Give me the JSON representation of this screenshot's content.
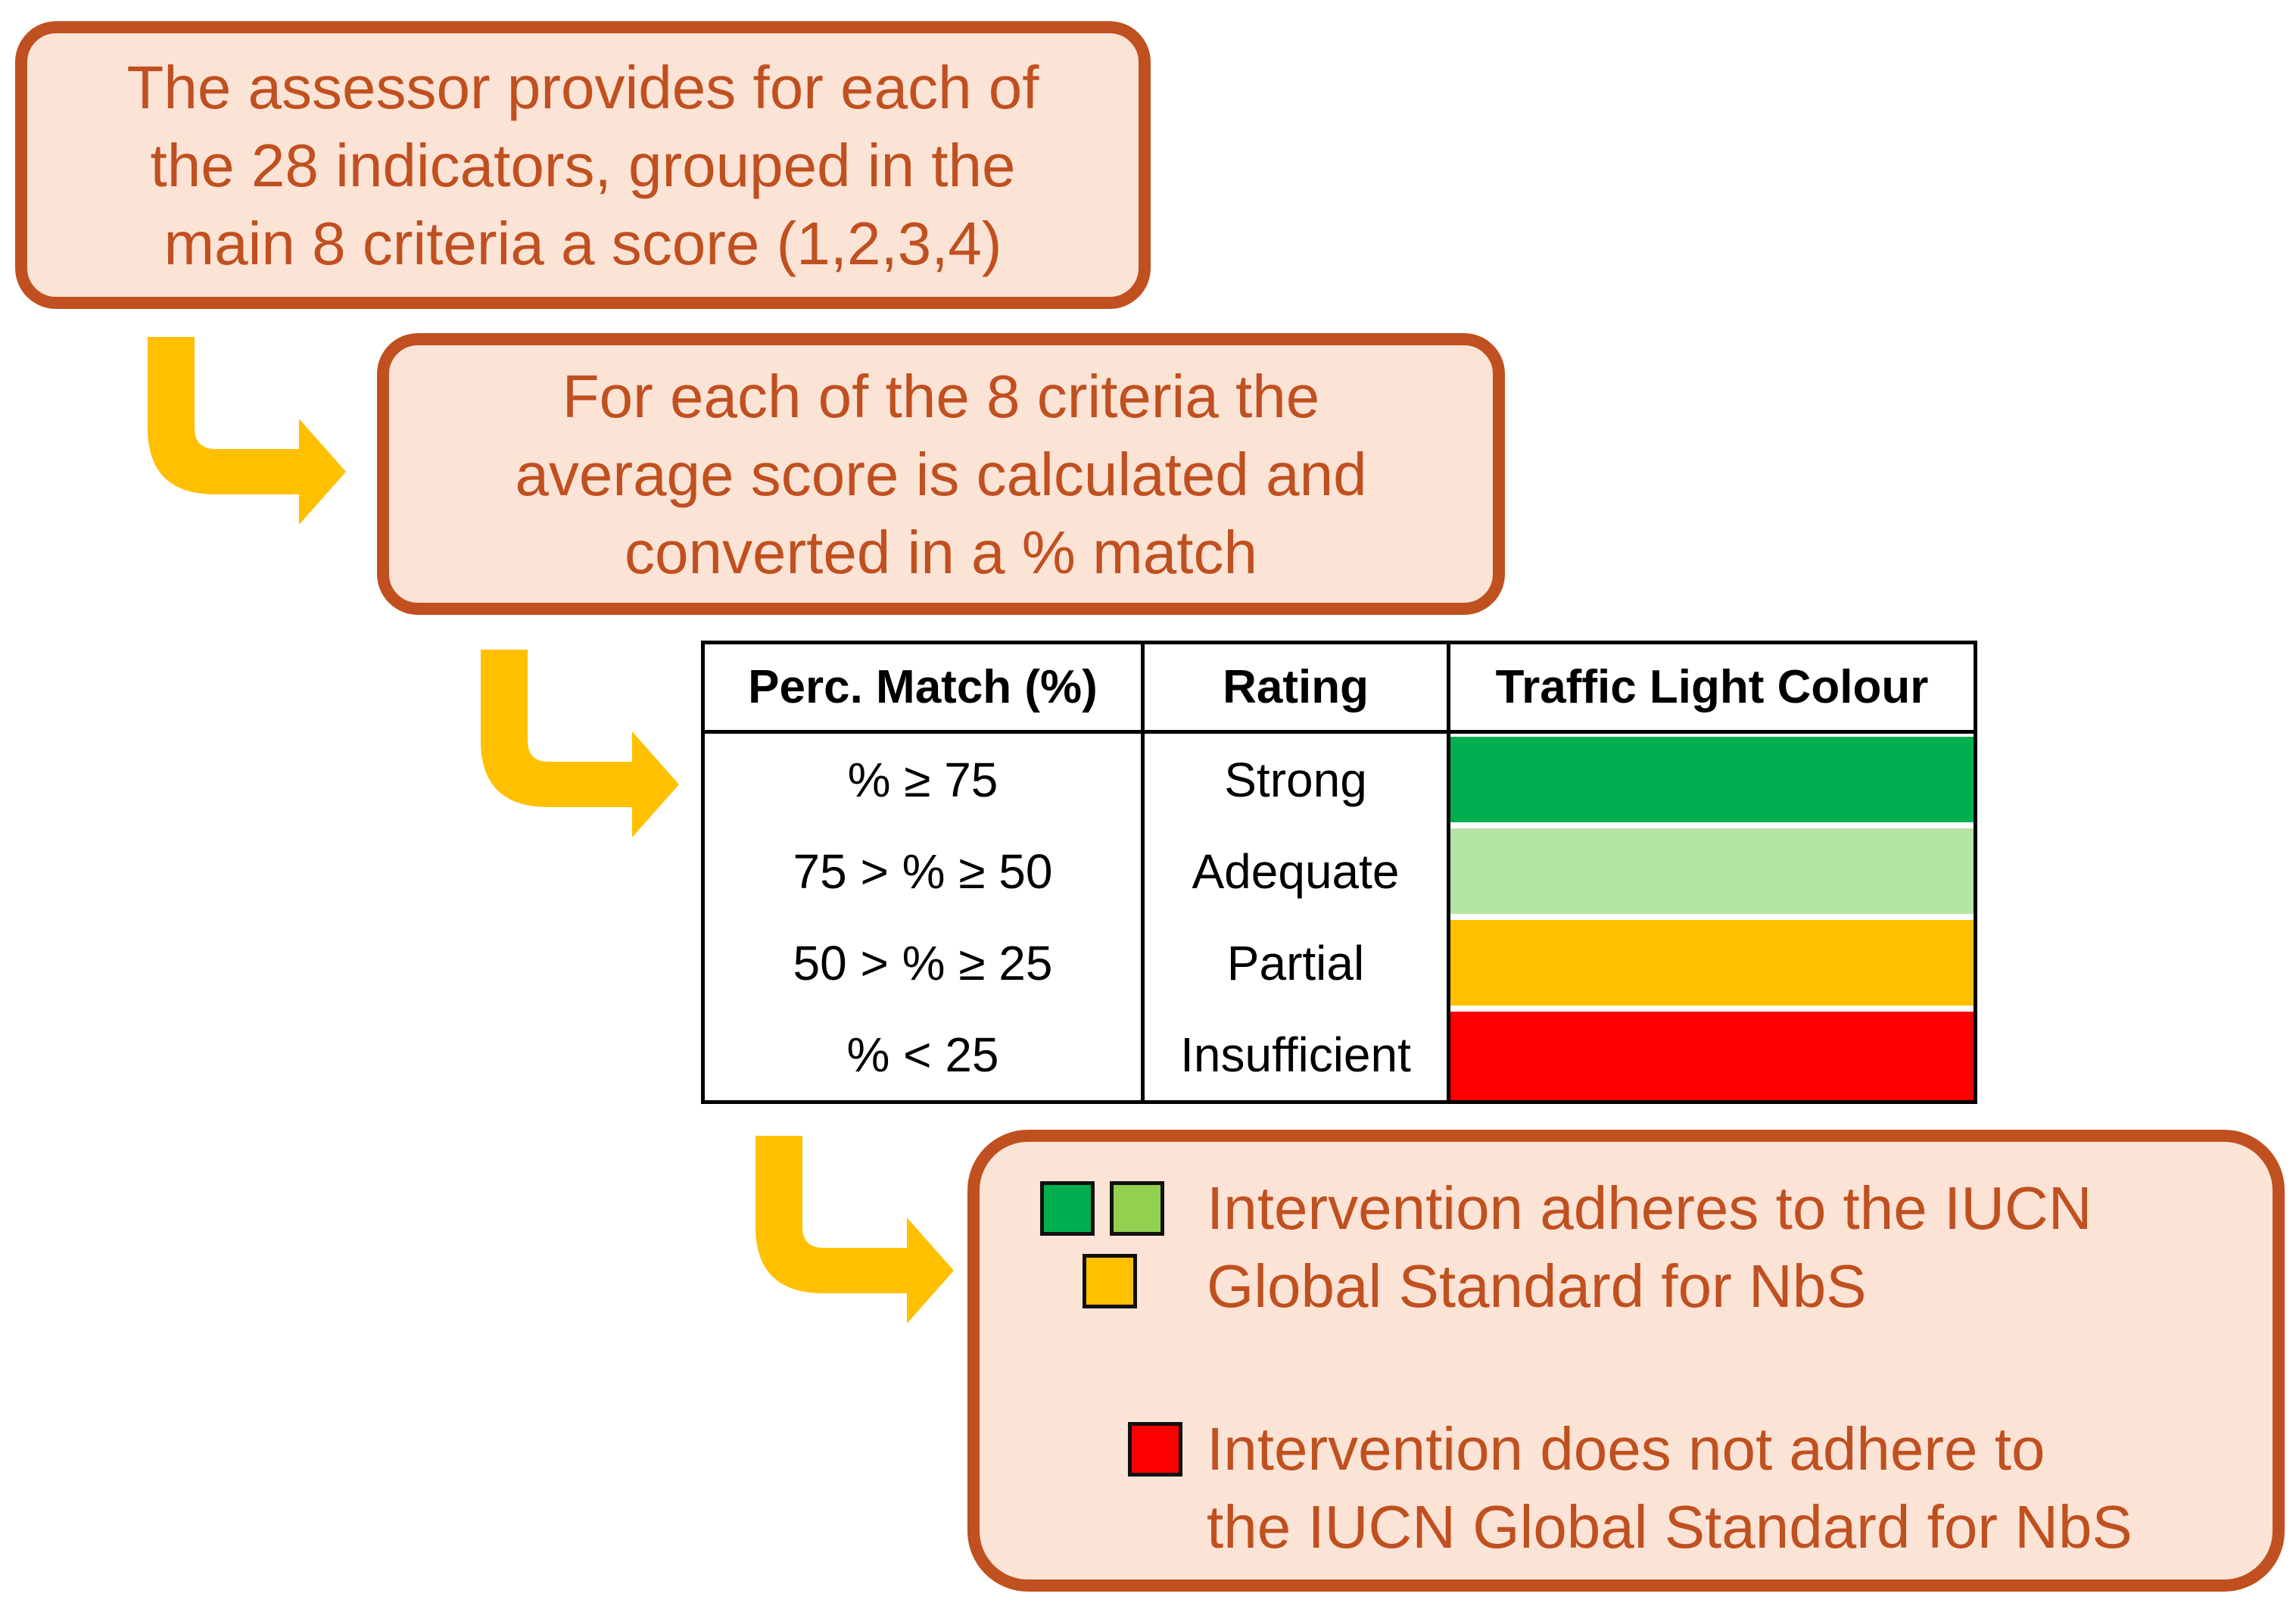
{
  "colors": {
    "box_fill": "#fbe3d6",
    "box_border": "#c0501f",
    "arrow": "#ffc000",
    "strong": "#00b050",
    "adequate": "#b5e5a4",
    "partial": "#ffc000",
    "insufficient": "#ff0000",
    "legend_light_green": "#92d050"
  },
  "steps": [
    {
      "lines": [
        "The assessor provides for each of",
        "the 28 indicators, grouped in the",
        "main 8 criteria a score (1,2,3,4)"
      ]
    },
    {
      "lines": [
        "For each of the 8 criteria the",
        "average score is calculated and",
        "converted in a % match"
      ]
    }
  ],
  "table": {
    "headers": [
      "Perc. Match (%)",
      "Rating",
      "Traffic Light Colour"
    ],
    "rows": [
      {
        "range": "% ≥ 75",
        "rating": "Strong",
        "color": "#00b050"
      },
      {
        "range": "75 > % ≥ 50",
        "rating": "Adequate",
        "color": "#b5e5a4"
      },
      {
        "range": "50 > % ≥ 25",
        "rating": "Partial",
        "color": "#ffc000"
      },
      {
        "range": "% < 25",
        "rating": "Insufficient",
        "color": "#ff0000"
      }
    ]
  },
  "outcome": {
    "adheres": {
      "lines": [
        "Intervention adheres to the IUCN",
        "Global Standard for NbS"
      ],
      "squares": [
        "#00b050",
        "#92d050",
        "#ffc000"
      ]
    },
    "not_adheres": {
      "lines": [
        "Intervention does not adhere to",
        "the IUCN Global Standard for NbS"
      ],
      "squares": [
        "#ff0000"
      ]
    }
  }
}
